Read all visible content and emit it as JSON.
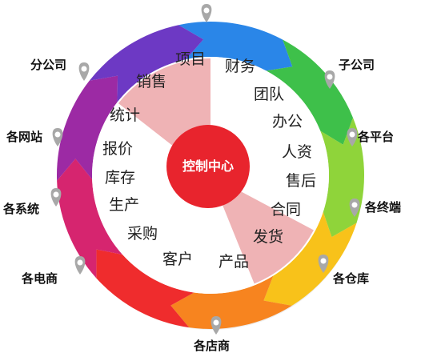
{
  "center": {
    "label": "控制中心",
    "color": "#e8242d"
  },
  "inner_items": [
    "项目",
    "财务",
    "团队",
    "办公",
    "人资",
    "售后",
    "合同",
    "发货",
    "产品",
    "客户",
    "采购",
    "生产",
    "库存",
    "报价",
    "统计",
    "销售"
  ],
  "outer_nodes": [
    "子公司",
    "各平台",
    "各终端",
    "各仓库",
    "各店商",
    "各电商",
    "各系统",
    "各网站",
    "分公司"
  ],
  "ring_colors": [
    "#2a86e8",
    "#3ec04a",
    "#8fd43a",
    "#f8c21a",
    "#f7841f",
    "#ef2c2d",
    "#d6256f",
    "#9c2aa4",
    "#6d39c4"
  ],
  "wedge_color": "#efb3b5",
  "pin_color": "#a8a8a8"
}
